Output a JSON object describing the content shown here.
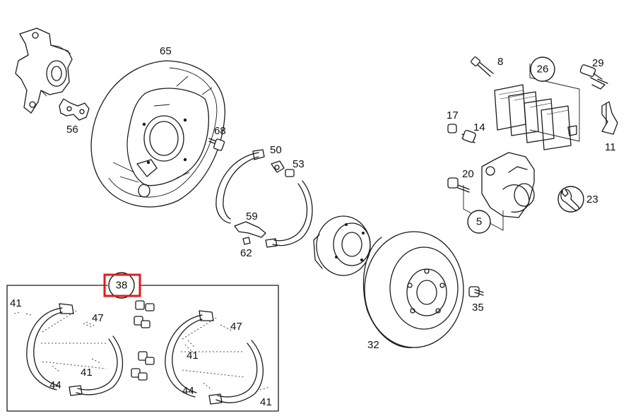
{
  "parts": {
    "p65": "65",
    "p56": "56",
    "p68": "68",
    "p50": "50",
    "p53": "53",
    "p59": "59",
    "p62": "62",
    "p8": "8",
    "p26": "26",
    "p29": "29",
    "p17": "17",
    "p14": "14",
    "p11": "11",
    "p20": "20",
    "p23": "23",
    "p5": "5",
    "p35": "35",
    "p32": "32",
    "p38": "38",
    "p41": "41",
    "p47": "47",
    "p44": "44"
  },
  "highlight": {
    "part": "38",
    "color": "#e01b1b"
  },
  "colors": {
    "line": "#1a1a1a",
    "background": "#ffffff"
  }
}
